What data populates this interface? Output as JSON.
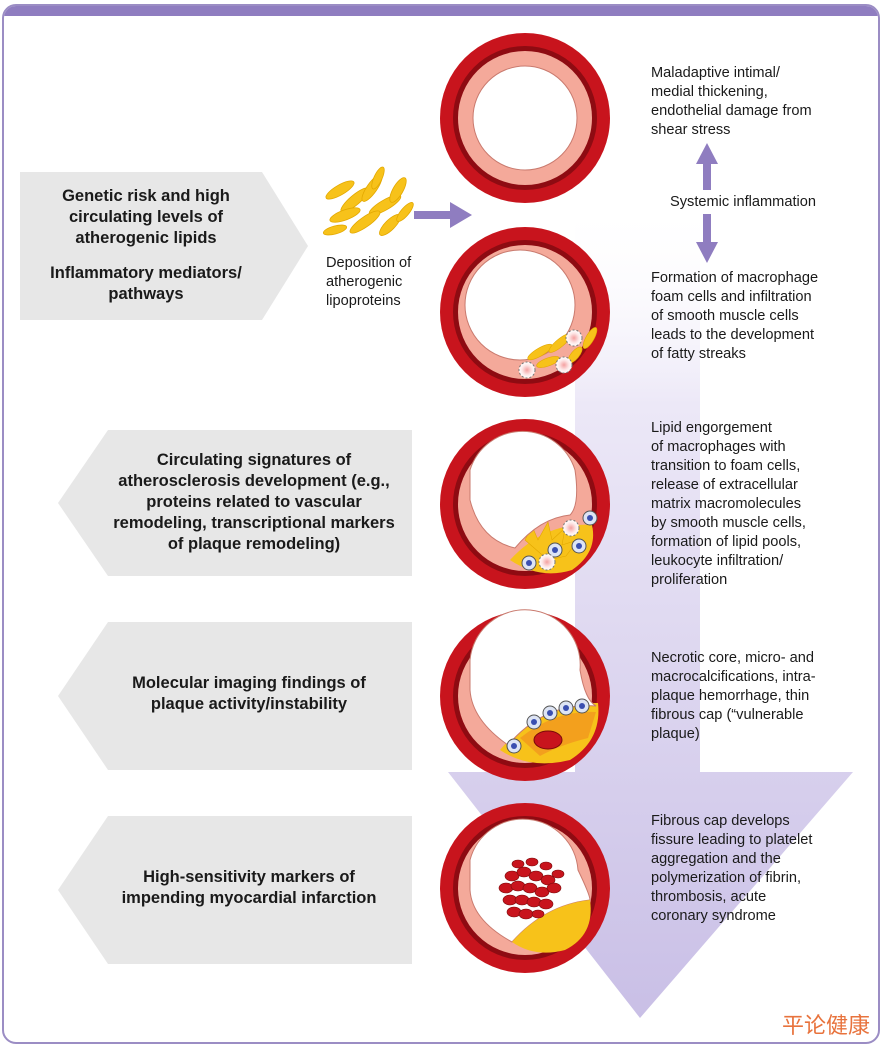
{
  "panels": {
    "genetic_risk": "Genetic risk and high circulating levels of atherogenic lipids",
    "inflammatory": "Inflammatory mediators/ pathways",
    "circulating": "Circulating signatures of atherosclerosis development (e.g., proteins related to vascular remodeling, transcriptional markers of plaque remodeling)",
    "molecular": "Molecular imaging findings of plaque activity/instability",
    "high_sensitivity": "High-sensitivity markers of impending myocardial infarction"
  },
  "deposition_label": "Deposition of\natherogenic\nlipoproteins",
  "systemic_label": "Systemic inflammation",
  "stages": [
    "Maladaptive intimal/\nmedial thickening,\nendothelial damage from\nshear stress",
    "Formation of macrophage\nfoam cells and infiltration\nof smooth muscle cells\nleads to the development\nof fatty streaks",
    "Lipid engorgement\nof macrophages with\ntransition to foam cells,\nrelease of extracellular\nmatrix macromolecules\nby smooth muscle cells,\nformation of lipid pools,\nleukocyte infiltration/\nproliferation",
    "Necrotic core, micro- and\nmacrocalcifications, intra-\nplaque hemorrhage, thin\nfibrous cap (“vulnerable\nplaque)",
    "Fibrous cap develops\nfissure leading to platelet\naggregation and the\npolymerization of fibrin,\nthrombosis, acute\ncoronary syndrome"
  ],
  "watermark": "平论健康",
  "colors": {
    "frame": "#9b8dc4",
    "big_arrow": "#d9d1ef",
    "artery_outer": "#c8141d",
    "artery_intima": "#f4a99a",
    "lipid": "#f7c21a",
    "panel_gray": "#e7e7e7",
    "small_arrow": "#8f7dc0"
  }
}
